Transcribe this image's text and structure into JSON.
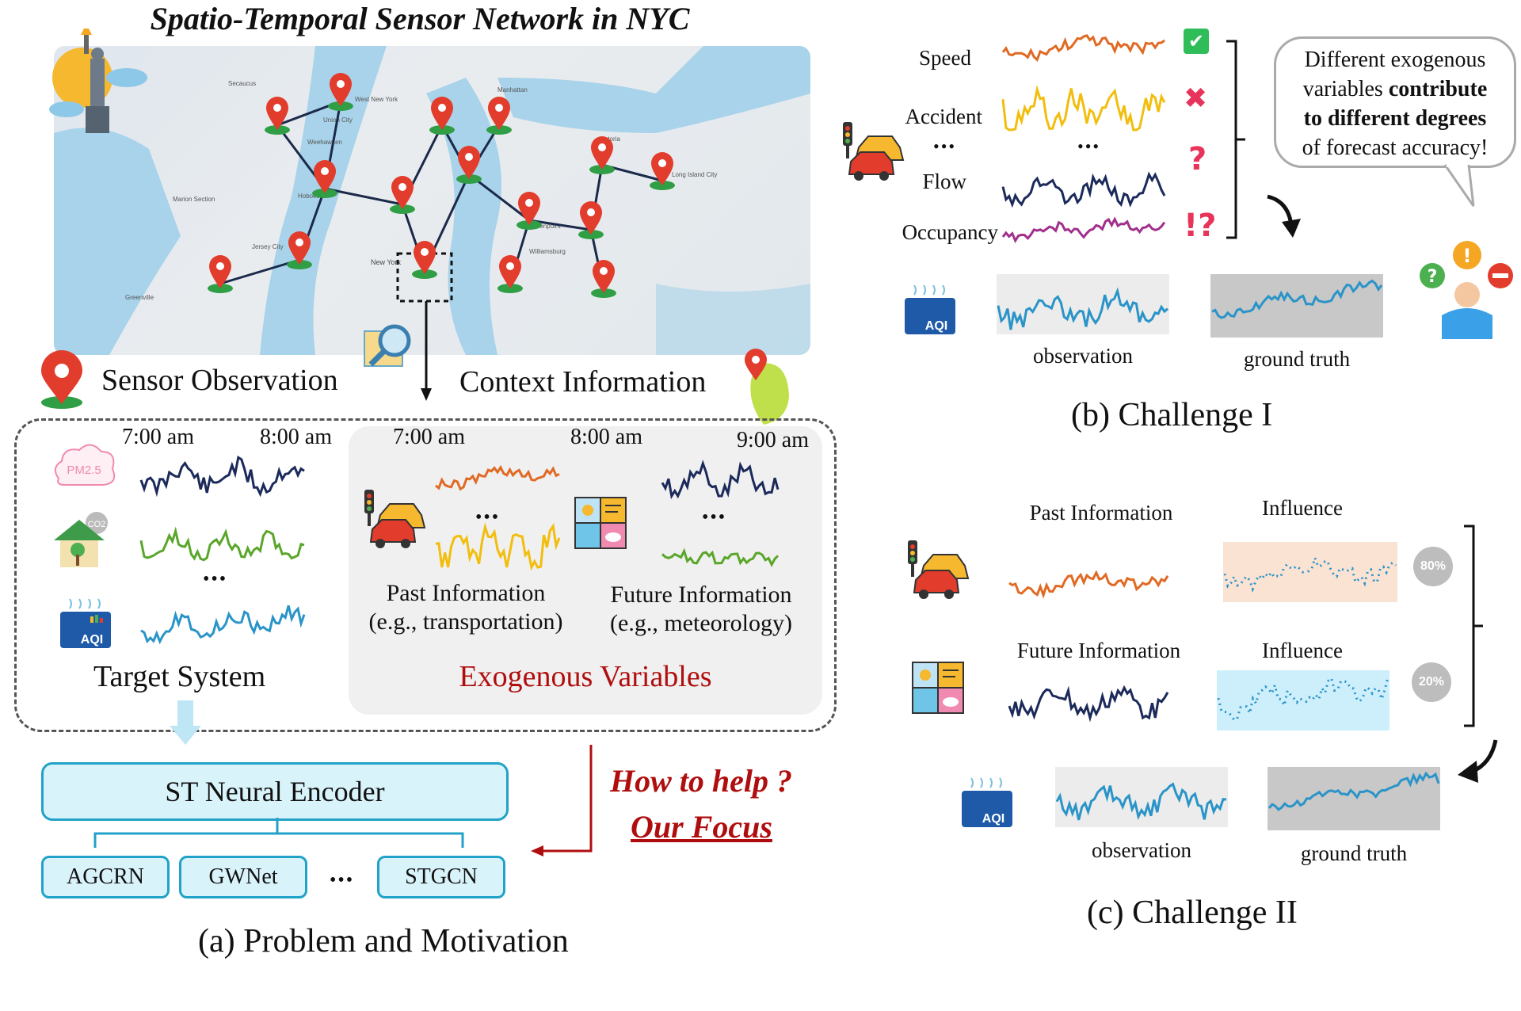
{
  "panel_a": {
    "map_title": "Spatio-Temporal Sensor Network in NYC",
    "map_places": [
      "Secaucus",
      "West New York",
      "Union City",
      "Weehawken",
      "Hoboken",
      "Jersey City",
      "New York",
      "Manhattan",
      "Astoria",
      "Greenpoint",
      "Williamsburg",
      "Marion Section",
      "Greenville",
      "Long Island City"
    ],
    "sensor_observation": "Sensor Observation",
    "context_information": "Context Information",
    "target_times": [
      "7:00 am",
      "8:00 am"
    ],
    "exo_times": [
      "7:00 am",
      "8:00 am",
      "9:00 am"
    ],
    "ellipsis": "•••",
    "pm_label": "PM2.5",
    "co2_label": "CO2",
    "aqi_label": "AQI",
    "past_info": "Past Information",
    "past_example": "(e.g., transportation)",
    "future_info": "Future Information",
    "future_example": "(e.g., meteorology)",
    "target_system": "Target System",
    "exogenous_variables": "Exogenous Variables",
    "encoder": "ST Neural Encoder",
    "models": [
      "AGCRN",
      "GWNet",
      "STGCN"
    ],
    "how_to_help": "How to help ?",
    "our_focus": "Our Focus",
    "caption": "(a) Problem and Motivation"
  },
  "panel_b": {
    "variables": [
      "Speed",
      "Accident",
      "Flow",
      "Occupancy"
    ],
    "symbols": [
      "✔",
      "✖",
      "?",
      "!?"
    ],
    "bubble_line1": "Different exogenous",
    "bubble_line2": "variables",
    "bubble_bold1": "contribute",
    "bubble_bold2": "to different degrees",
    "bubble_line4": "of forecast accuracy!",
    "observation": "observation",
    "ground_truth": "ground truth",
    "aqi_label": "AQI",
    "caption": "(b)  Challenge I"
  },
  "panel_c": {
    "past_info": "Past Information",
    "future_info": "Future Information",
    "influence": "Influence",
    "badges": [
      "80%",
      "20%"
    ],
    "observation": "observation",
    "ground_truth": "ground truth",
    "aqi_label": "AQI",
    "caption": "(c)  Challenge II"
  },
  "colors": {
    "orange": "#e06a24",
    "yellow": "#f2be0e",
    "navy": "#1b2a5a",
    "purple": "#a0308c",
    "green": "#5aa62a",
    "blue": "#2a94c8",
    "red_text": "#b00e0e",
    "encoder_border": "#22a2c8"
  }
}
